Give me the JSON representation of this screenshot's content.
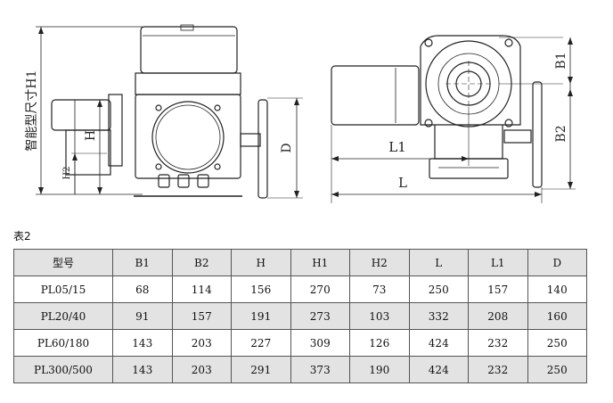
{
  "drawing": {
    "left_view": {
      "vertical_label": "智能型尺寸H1",
      "label_h": "H",
      "label_h2": "H2",
      "label_d": "D"
    },
    "right_view": {
      "label_b1": "B1",
      "label_b2": "B2",
      "label_l1": "L1",
      "label_l": "L"
    }
  },
  "table": {
    "caption": "表2",
    "headers": [
      "型号",
      "B1",
      "B2",
      "H",
      "H1",
      "H2",
      "L",
      "L1",
      "D"
    ],
    "rows": [
      [
        "PL05/15",
        "68",
        "114",
        "156",
        "270",
        "73",
        "250",
        "157",
        "140"
      ],
      [
        "PL20/40",
        "91",
        "157",
        "191",
        "273",
        "103",
        "332",
        "208",
        "160"
      ],
      [
        "PL60/180",
        "143",
        "203",
        "227",
        "309",
        "126",
        "424",
        "232",
        "250"
      ],
      [
        "PL300/500",
        "143",
        "203",
        "291",
        "373",
        "190",
        "424",
        "232",
        "250"
      ]
    ]
  }
}
